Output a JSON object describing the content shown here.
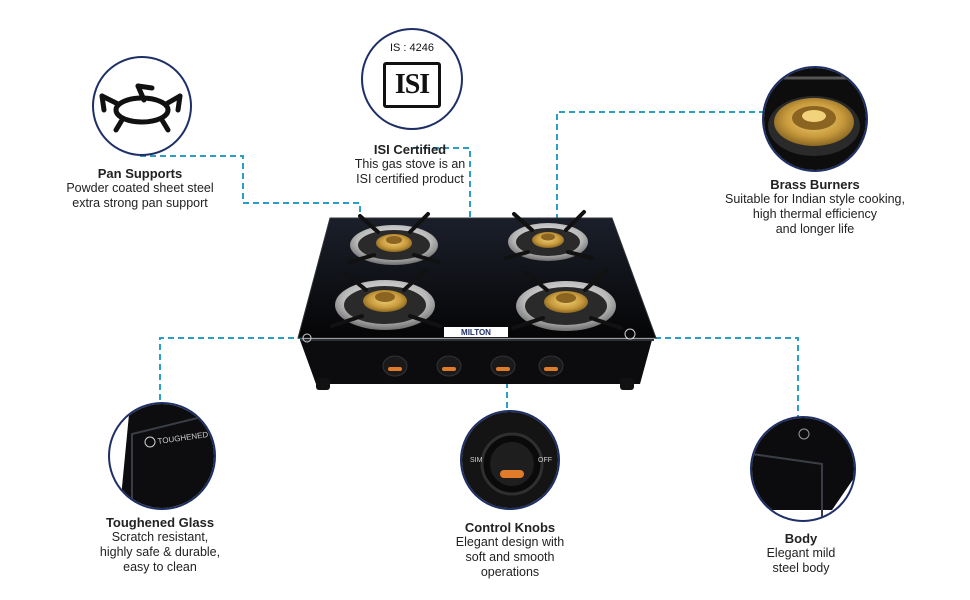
{
  "features": {
    "pan_supports": {
      "title": "Pan Supports",
      "lines": [
        "Powder coated sheet steel",
        "extra strong pan support"
      ]
    },
    "isi": {
      "badge": "IS : 4246",
      "mark": "ISI",
      "title": "ISI Certified",
      "lines": [
        "This gas stove is an",
        "ISI certified product"
      ]
    },
    "brass_burners": {
      "title": "Brass Burners",
      "lines": [
        "Suitable for Indian style cooking,",
        "high thermal efficiency",
        "and longer life"
      ]
    },
    "toughened_glass": {
      "title": "Toughened Glass",
      "lines": [
        "Scratch resistant,",
        "highly safe & durable,",
        "easy to clean"
      ],
      "glass_text": "TOUGHENED GLASS"
    },
    "control_knobs": {
      "title": "Control Knobs",
      "lines": [
        "Elegant design with",
        "soft and smooth",
        "operations"
      ],
      "sim": "SIM",
      "off": "OFF"
    },
    "body": {
      "title": "Body",
      "lines": [
        "Elegant mild",
        "steel body"
      ]
    }
  },
  "product": {
    "brand": "MILTON"
  },
  "colors": {
    "outline": "#1d2f66",
    "connector": "#2a9ec4",
    "brass": "#c89a3c",
    "glass": "#0a0a0a"
  }
}
